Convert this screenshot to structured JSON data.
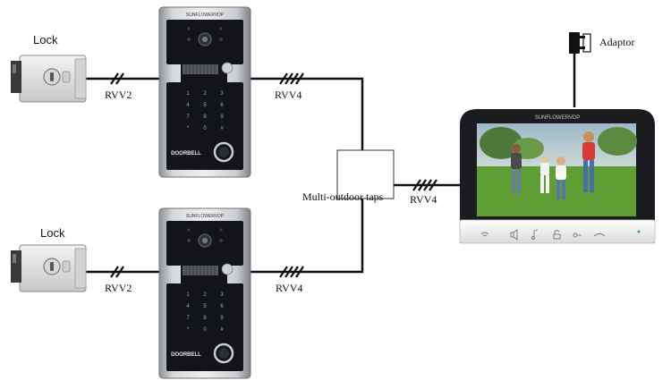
{
  "labels": {
    "lock_top": "Lock",
    "lock_bottom": "Lock",
    "cable_lock_top": "RVV2",
    "cable_lock_bottom": "RVV2",
    "cable_panel_top": "RVV4",
    "cable_panel_bottom": "RVV4",
    "cable_monitor": "RVV4",
    "taps": "Multi-outdoor taps",
    "adaptor": "Adaptor"
  },
  "devices": {
    "panel_top_brand": "SUNFLOWERVDP",
    "panel_bottom_brand": "SUNFLOWERVDP",
    "panel_logo": "DOORBELL",
    "monitor_brand": "SUNFLOWERVDP",
    "keypad_keys": [
      "1",
      "2",
      "3",
      "4",
      "5",
      "6",
      "7",
      "8",
      "9",
      "*",
      "0",
      "#"
    ],
    "monitor_icons": [
      "wifi-icon",
      "speaker-icon",
      "music-icon",
      "unlock-icon",
      "key-icon",
      "handset-icon"
    ]
  },
  "colors": {
    "wire": "#111111",
    "panel_frame": "#b9bcc0",
    "panel_glass": "#121417",
    "monitor_bezel": "#1b1c1f",
    "monitor_base": "#f2f2f2",
    "lock_body": "#e6e6e6"
  }
}
